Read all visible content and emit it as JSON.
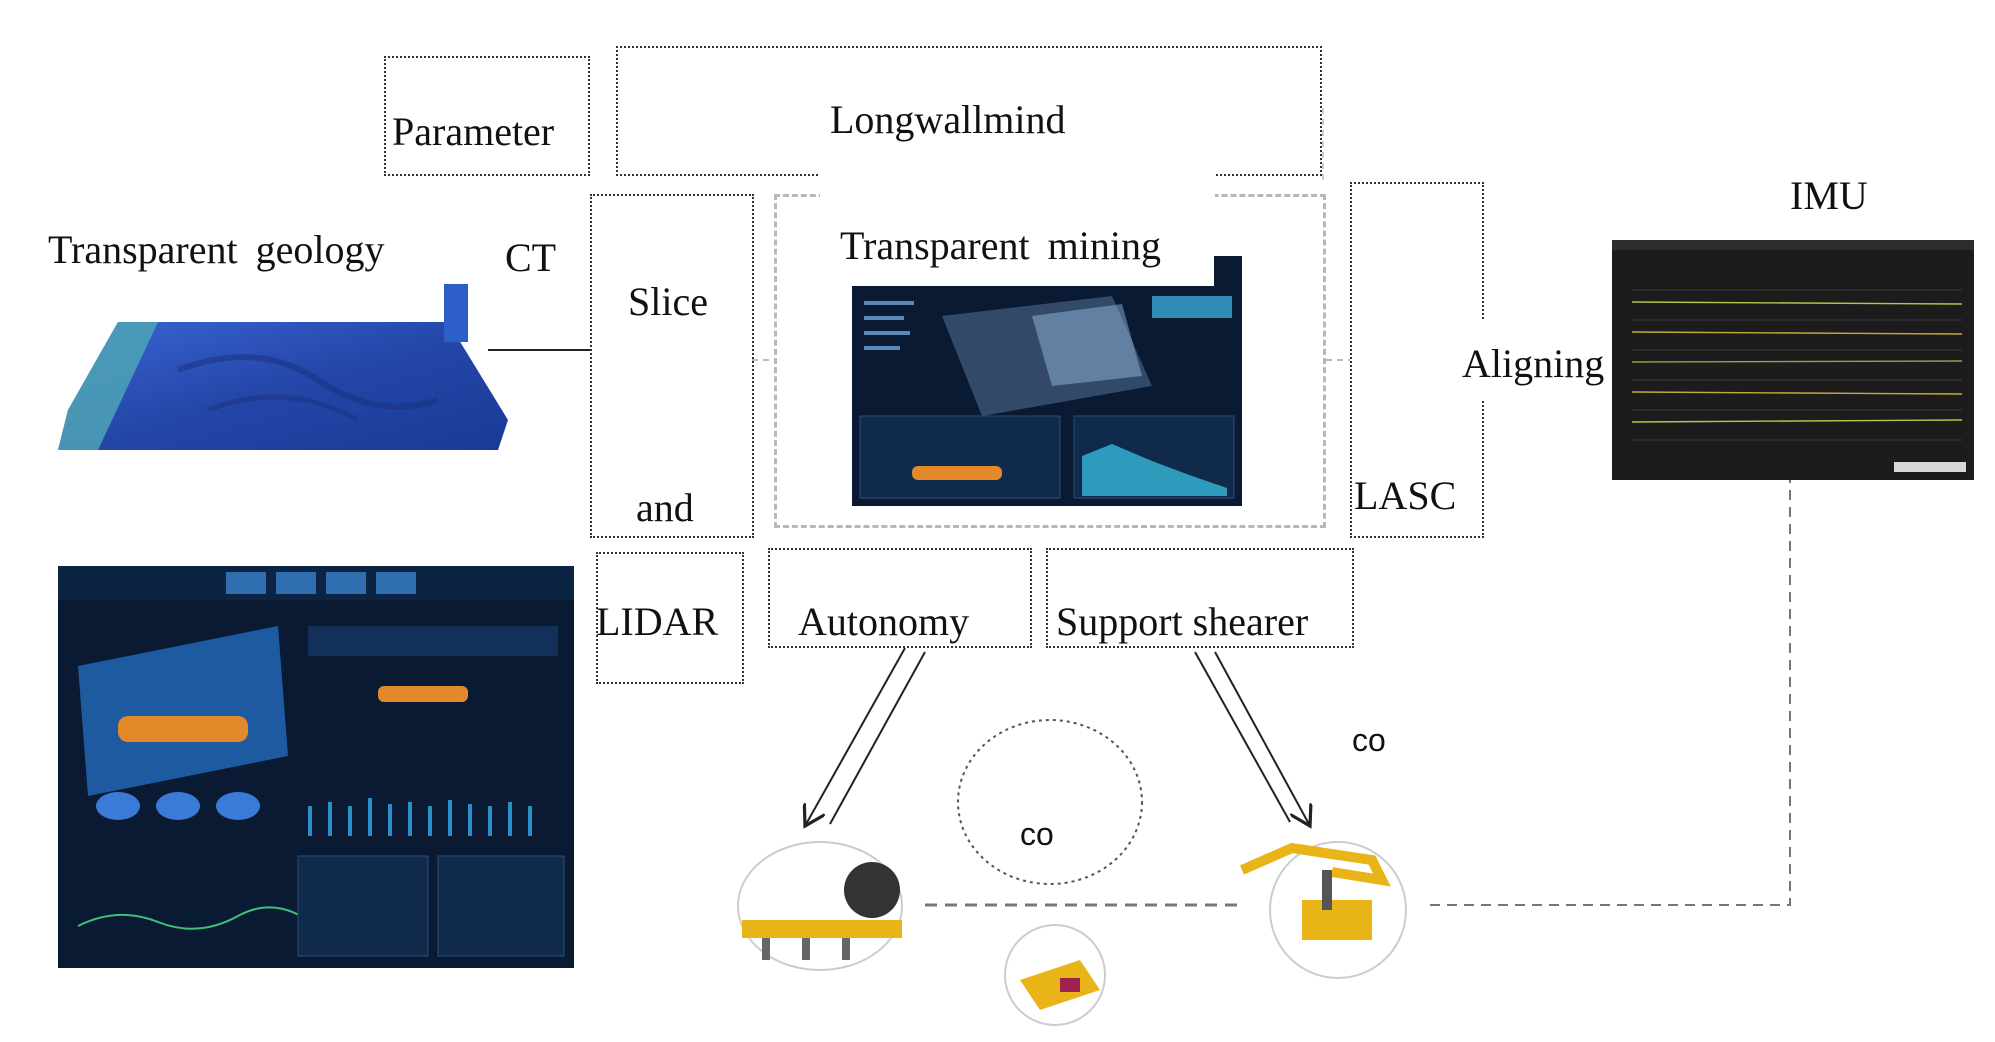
{
  "labels": {
    "parameter": "Parameter",
    "longwallmind": "Longwallmind",
    "transparent_geology": "Transparent geology",
    "ct": "CT",
    "slice": "Slice",
    "and": "and",
    "transparent_mining": "Transparent mining",
    "aligning": "Aligning",
    "lasc": "LASC",
    "imu": "IMU",
    "lidar": "LIDAR",
    "autonomy": "Autonomy",
    "support_shearer": "Support shearer",
    "co_top": "co",
    "co_circle": "co"
  },
  "colors": {
    "geology_blue": "#2f56c8",
    "dashboard_bg": "#0a1a33",
    "machine_yellow": "#e8b417",
    "machine_orange": "#e3892a",
    "imu_bg": "#1c1c1c"
  },
  "images": {
    "geology_model": "blue geological terrain block",
    "mining_dashboard": "transparent mining dashboard screen",
    "imu_dashboard": "IMU monitoring screen",
    "longwall_dashboard": "longwall monitoring dashboard",
    "shearer_machine": "shearer machine icon",
    "support_machine": "hydraulic support icon",
    "conveyor_machine": "conveyor machine icon"
  }
}
